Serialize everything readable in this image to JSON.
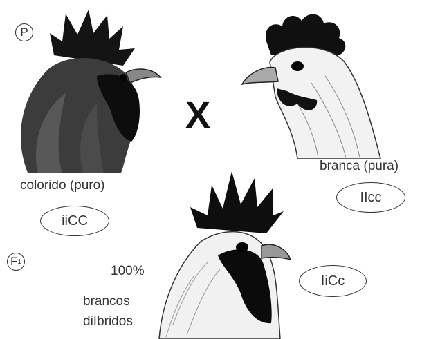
{
  "generations": {
    "parental": {
      "letter": "P",
      "sub": ""
    },
    "f1": {
      "letter": "F",
      "sub": "1"
    }
  },
  "cross_symbol": "X",
  "parent_colored": {
    "description_label": "colorido (puro)",
    "genotype": "iiCC"
  },
  "parent_white": {
    "description_label": "branca (pura)",
    "genotype": "IIcc"
  },
  "offspring": {
    "percent": "100%",
    "line1": "brancos",
    "line2": "diíbridos",
    "genotype": "IiCc"
  },
  "colors": {
    "ink": "#222222",
    "dark_feather": "#1a1a1a",
    "light_feather": "#f4f4f4"
  }
}
